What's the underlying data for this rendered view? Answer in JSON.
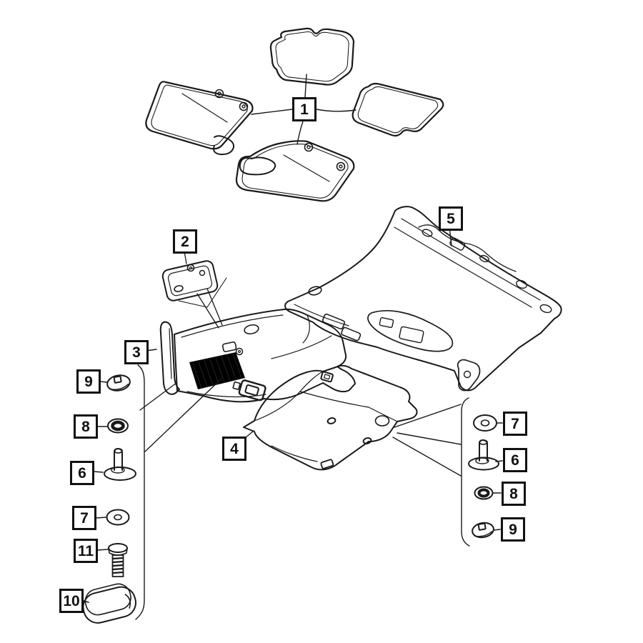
{
  "diagram": {
    "background": "#ffffff",
    "line_color": "#1a1a1a",
    "callouts": {
      "mat_set": {
        "label": "1",
        "icon": "floor-mat-set-drawing"
      },
      "footrest_pad": {
        "label": "2",
        "icon": "footrest-pad-drawing"
      },
      "front_carpet": {
        "label": "3",
        "icon": "front-carpet-drawing"
      },
      "lower_carpet": {
        "label": "4",
        "icon": "lower-carpet-drawing"
      },
      "rear_carpet": {
        "label": "5",
        "icon": "rear-carpet-drawing"
      },
      "left": [
        {
          "label": "9",
          "icon": "retainer-clip-icon"
        },
        {
          "label": "8",
          "icon": "grommet-nut-icon"
        },
        {
          "label": "6",
          "icon": "stud-fastener-icon"
        },
        {
          "label": "7",
          "icon": "washer-icon"
        },
        {
          "label": "11",
          "icon": "screw-icon"
        },
        {
          "label": "10",
          "icon": "cover-plug-icon"
        }
      ],
      "right": [
        {
          "label": "7",
          "icon": "washer-icon"
        },
        {
          "label": "6",
          "icon": "stud-fastener-icon"
        },
        {
          "label": "8",
          "icon": "grommet-nut-icon"
        },
        {
          "label": "9",
          "icon": "retainer-clip-icon"
        }
      ]
    }
  }
}
